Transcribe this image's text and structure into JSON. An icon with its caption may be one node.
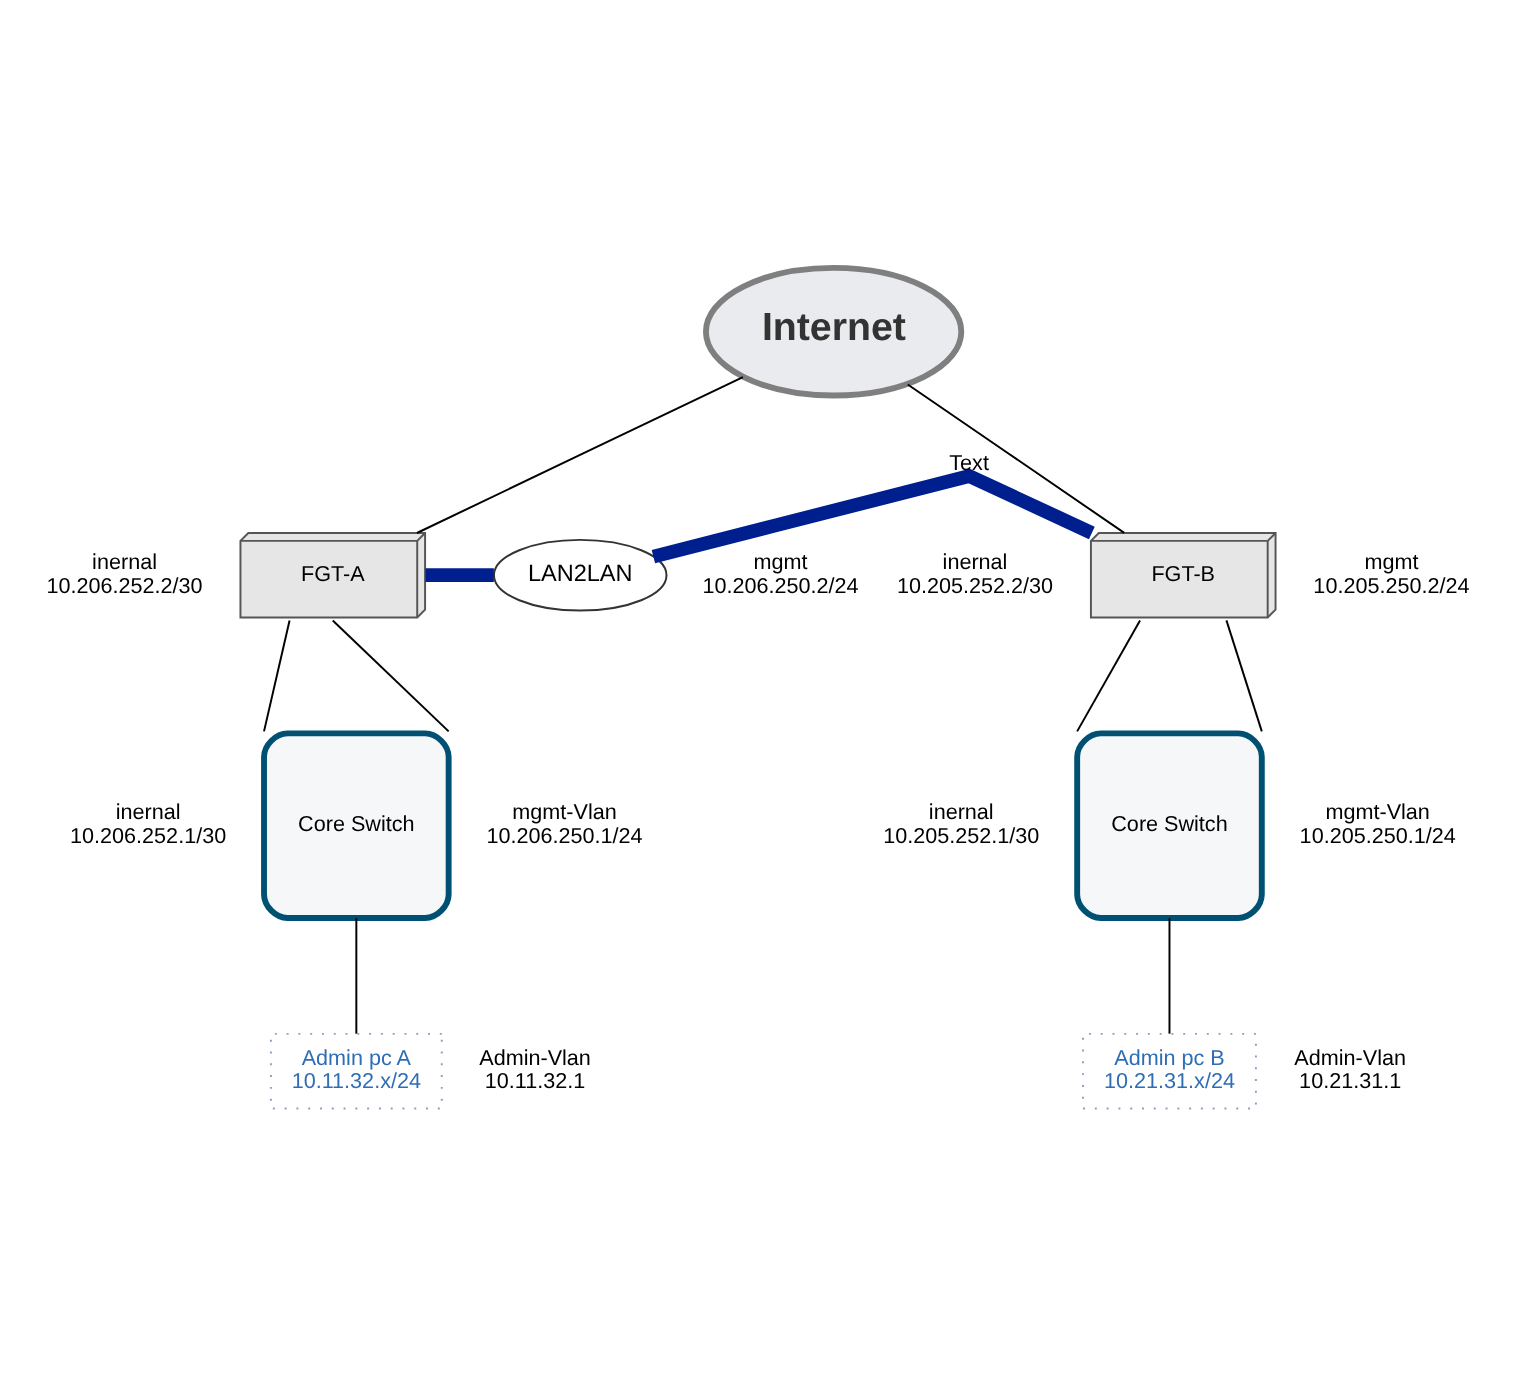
{
  "diagram": {
    "nodes": [
      {
        "text": [
          "Internet"
        ]
      },
      {
        "text": [
          "FGT-A"
        ]
      },
      {
        "text": [
          "LAN2LAN"
        ]
      },
      {
        "text": [
          "FGT-B"
        ]
      },
      {
        "text": [
          "Core Switch"
        ]
      },
      {
        "text": [
          "Core Switch"
        ]
      },
      {
        "text": [
          "Admin pc A 10.11.32.x/24"
        ]
      },
      {
        "text": [
          "Admin pc B 10.21.31.x/24"
        ]
      }
    ],
    "edges": [
      {
        "from": 0,
        "to": 1,
        "arrow": "none"
      },
      {
        "from": 0,
        "to": 3,
        "arrow": "none"
      },
      {
        "from": 1,
        "to": 2,
        "arrow": "none",
        "style": "thick",
        "color": "#001f8f"
      },
      {
        "from": 2,
        "to": 3,
        "arrow": "none",
        "style": "thick",
        "color": "#001f8f",
        "label": "Text"
      },
      {
        "from": 1,
        "to": 4,
        "arrow": "none"
      },
      {
        "from": 1,
        "to": 4,
        "arrow": "none"
      },
      {
        "from": 3,
        "to": 5,
        "arrow": "none"
      },
      {
        "from": 3,
        "to": 5,
        "arrow": "none"
      },
      {
        "from": 4,
        "to": 6,
        "arrow": "none"
      },
      {
        "from": 5,
        "to": 7,
        "arrow": "none"
      }
    ],
    "labels": [
      "inernal 10.206.252.2/30",
      "mgmt 10.206.250.2/24",
      "inernal 10.205.252.2/30",
      "mgmt 10.205.250.2/24",
      "inernal 10.206.252.1/30",
      "mgmt-Vlan 10.206.250.1/24",
      "inernal 10.205.252.1/30",
      "mgmt-Vlan 10.205.250.1/24",
      "Admin-Vlan 10.11.32.1",
      "Admin-Vlan 10.21.31.1"
    ]
  }
}
